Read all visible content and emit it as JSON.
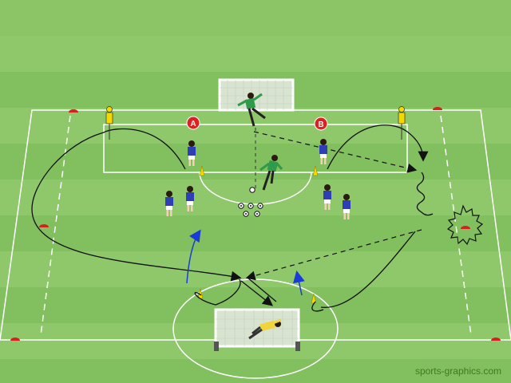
{
  "diagram": {
    "type": "soccer-drill",
    "markers": [
      {
        "id": "marker-a",
        "label": "A",
        "color": "#e02020"
      },
      {
        "id": "marker-b",
        "label": "B",
        "color": "#e02020"
      }
    ],
    "team_colors": {
      "field_players": "#2e3fb5",
      "goalkeeper_top": "#2f9a4a",
      "goalkeeper_bottom": "#f0d43a",
      "bib_players": "#f2d900",
      "cones_red": "#d62020",
      "cones_yellow": "#f2d900"
    },
    "pitch_colors": {
      "light": "#8fc86a",
      "dark": "#80bd5c"
    },
    "arrow_colors": {
      "run": "#111111",
      "pass": "#222222",
      "blue_run": "#1a3bd8"
    },
    "watermark": "sports-graphics.com"
  }
}
